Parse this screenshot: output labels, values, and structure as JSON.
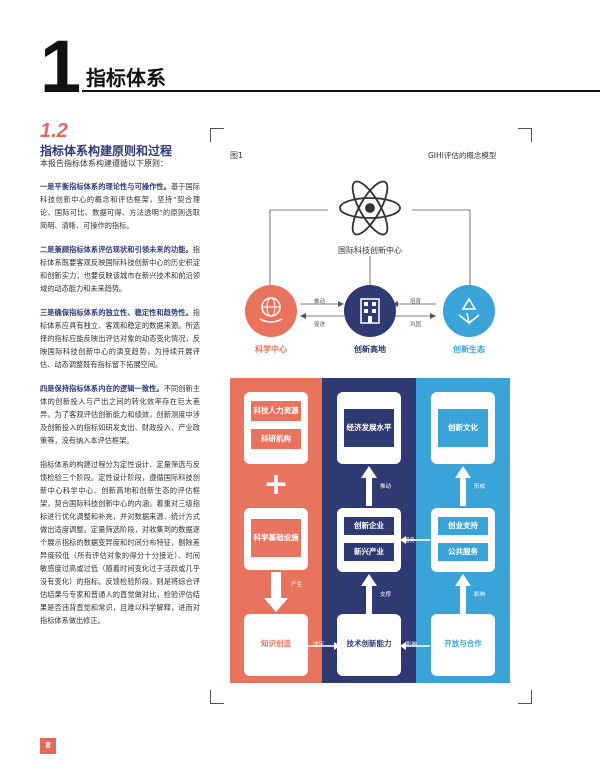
{
  "chapter": {
    "number": "1",
    "title": "指标体系"
  },
  "section": {
    "number": "1.2",
    "title": "指标体系构建原则和过程",
    "intro": "本报告指标体系构建遵循以下原则："
  },
  "principles": [
    {
      "head": "一是平衡指标体系的理论性与可操作性。",
      "body": "基于国际科技创新中心的概念和评估框架，坚持“契合理论、国际可比、数据可得、方法透明”的原则选取简明、清晰、可操作的指标。"
    },
    {
      "head": "二是兼顾指标体系评估现状和引领未来的功能。",
      "body": "指标体系既要客观反映国际科技创新中心的历史积淀和创新实力，也要反映该城市在新兴技术和前沿领域的动态能力和未来趋势。"
    },
    {
      "head": "三是确保指标体系的独立性、稳定性和趋势性。",
      "body": "指标体系应具有独立、客观和稳定的数据来源。所选择的指标应能反映出评估对象的动态变化情况，反映国际科技创新中心的演变趋势，为持续开展评估、动态调整既有指标留下拓展空间。"
    },
    {
      "head": "四是保持指标体系内在的逻辑一致性。",
      "body": "不同创新主体的创新投入与产出之间的转化效率存在巨大差异，为了客观评估创新能力和绩效，创新测度中涉及创新投入的指标如研发支出、财政投入、产业政策等，没有纳入本评估框架。"
    }
  ],
  "process_text": "指标体系的构建过程分为定性设计、定量筛选与反馈检验三个阶段。定性设计阶段，遵循国际科技创新中心科学中心、创新高地和创新生态的评估框架，契合国际科技创新中心的内涵，着重对三级指标进行优化调整和补充，并对数据来源、统计方式做出适度调整。定量筛选阶段，对收集到的数据逐个展示指标的数据变异度和时间分布特征，剔除差异度较低（所有评估对象的得分十分接近）、时间敏感度过高或过低（随着时间变化过于活跃或几乎没有变化）的指标。反馈检验阶段，则是将综合评估结果与专家和普通人的直觉做对比，检验评估结果是否违背直觉和常识，且难以科学解释，进而对指标体系做出修正。",
  "page_number": "8",
  "figure": {
    "label": "图1",
    "title": "GIHI评估的概念模型",
    "center_label": "国际科技创新中心",
    "nodes": [
      {
        "label": "科学中心",
        "color": "#e8735f"
      },
      {
        "label": "创新高地",
        "color": "#2f3a72"
      },
      {
        "label": "创新生态",
        "color": "#3aa4d8"
      }
    ],
    "top_arrows": {
      "drive": "推动",
      "promote": "促进",
      "cultivate": "培育",
      "consolidate": "巩固"
    },
    "red_column": {
      "top_boxes": [
        "科技人力资源",
        "科研机构"
      ],
      "plus": "+",
      "mid_box": "科学基础设施",
      "produce": "产生",
      "bottom_box": "知识创造",
      "decide": "决定"
    },
    "navy_column": {
      "top_box": "经济发展水平",
      "push": "推动",
      "mid_boxes": [
        "创新企业",
        "新兴产业"
      ],
      "support": "支撑",
      "bottom_box": "技术创新能力",
      "service": "服务"
    },
    "blue_column": {
      "top_box": "创新文化",
      "form": "形成",
      "mid_boxes": [
        "创业支持",
        "公共服务"
      ],
      "influence": "影响",
      "bottom_box": "开放与合作",
      "impact": "影响"
    }
  }
}
